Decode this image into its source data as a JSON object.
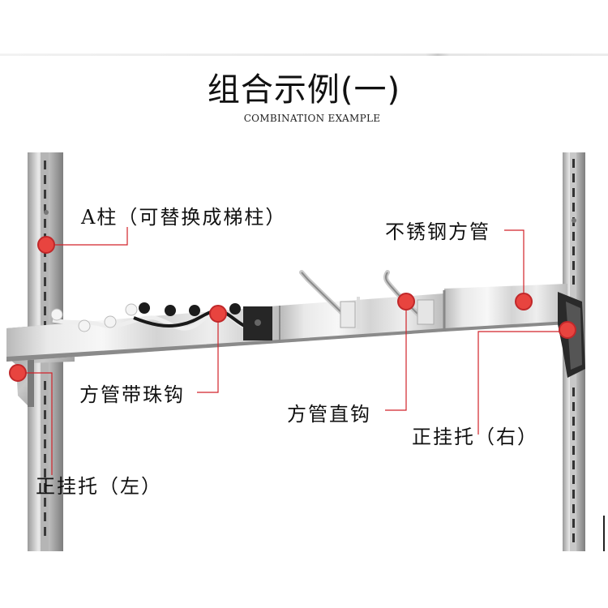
{
  "header": {
    "title": "组合示例(一)",
    "subtitle": "COMBINATION EXAMPLE"
  },
  "labels": {
    "a_column": "A柱（可替换成梯柱）",
    "stainless_tube": "不锈钢方管",
    "bead_hook": "方管带珠钩",
    "straight_hook": "方管直钩",
    "bracket_right": "正挂托（右）",
    "bracket_left": "正挂托（左）"
  },
  "colors": {
    "marker_fill": "#e8443f",
    "marker_ring": "#c0282a",
    "leader_line": "#d2232a"
  }
}
